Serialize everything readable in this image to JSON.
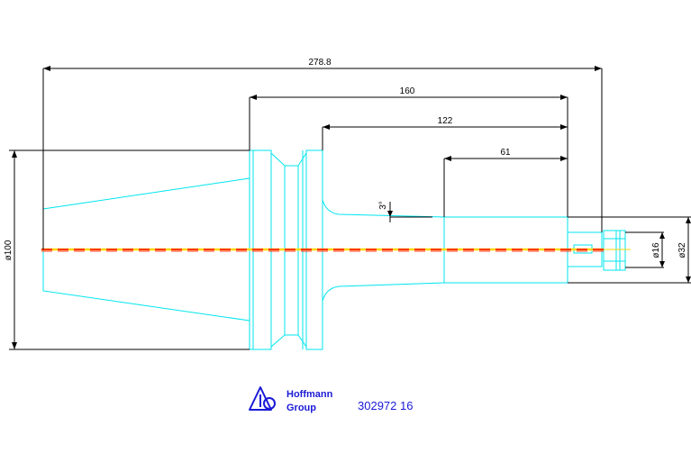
{
  "drawing": {
    "colors": {
      "outline": "#00e5ee",
      "dimension": "#000000",
      "axis_red": "#ff0000",
      "axis_yellow": "#ffd700",
      "brand": "#1a1ad8"
    },
    "dimensions": {
      "overall_length": "278.8",
      "length_160": "160",
      "length_122": "122",
      "length_61": "61",
      "angle": "3°",
      "diameter_100": "ø100",
      "diameter_16": "ø16",
      "diameter_32": "ø32"
    },
    "brand": {
      "logo_icon": "hoffmann-group-logo",
      "line1": "Hoffmann",
      "line2": "Group"
    },
    "part_number": "302972 16"
  }
}
